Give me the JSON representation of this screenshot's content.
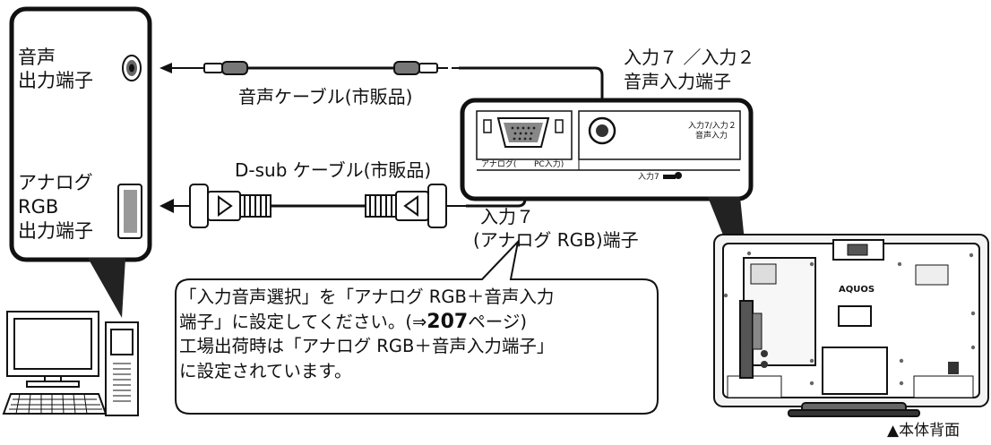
{
  "pc_panel": {
    "audio_out_label_1": "音声",
    "audio_out_label_2": "出力端子",
    "rgb_out_label_1": "アナログ",
    "rgb_out_label_2": "RGB",
    "rgb_out_label_3": "出力端子"
  },
  "cables": {
    "audio_cable": "音声ケーブル(市販品)",
    "dsub_cable": "D-sub ケーブル(市販品)"
  },
  "tv_panel": {
    "audio_in_callout_1": "入力７ ／入力２",
    "audio_in_callout_2": "音声入力端子",
    "rgb_in_callout_1": "入力７",
    "rgb_in_callout_2": "(アナログ RGB)端子",
    "port_label_analog": "アナログ(",
    "port_label_pc": "PC入力)",
    "port_label_input7": "入力7",
    "port_label_audio_1": "入力7/入力２",
    "port_label_audio_2": "音声入力"
  },
  "note": {
    "line1": "「入力音声選択」を「アナログ RGB＋音声入力",
    "line2_pre": "端子」に設定してください。(⇒",
    "line2_page": "207",
    "line2_post": "ページ)",
    "line3": "工場出荷時は「アナログ RGB＋音声入力端子」",
    "line4": "に設定されています。"
  },
  "tv_back": {
    "brand": "AQUOS",
    "caption": "▲本体背面"
  }
}
